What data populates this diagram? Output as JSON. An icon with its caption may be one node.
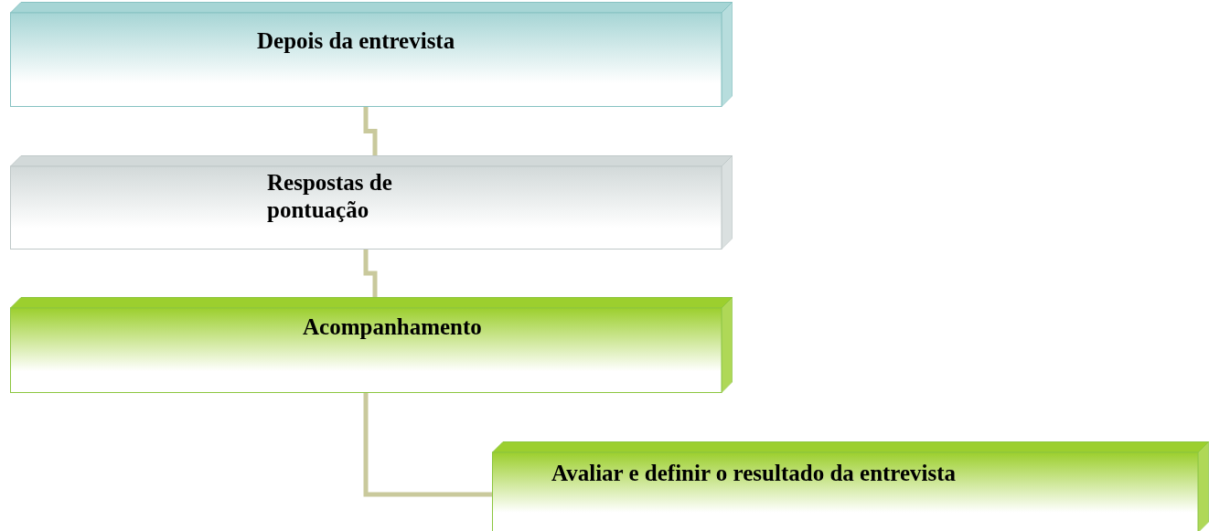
{
  "diagram": {
    "nodes": [
      {
        "text": [
          "Depois da entrevista"
        ]
      },
      {
        "text": [
          "Respostas de pontuação"
        ]
      },
      {
        "text": [
          "Acompanhamento"
        ]
      },
      {
        "text": [
          "Avaliar e definir o resultado da entrevista"
        ]
      }
    ],
    "edges": [
      {
        "from": 0,
        "to": 1,
        "arrow": "none"
      },
      {
        "from": 1,
        "to": 2,
        "arrow": "none"
      },
      {
        "from": 2,
        "to": 3,
        "arrow": "none"
      }
    ]
  }
}
